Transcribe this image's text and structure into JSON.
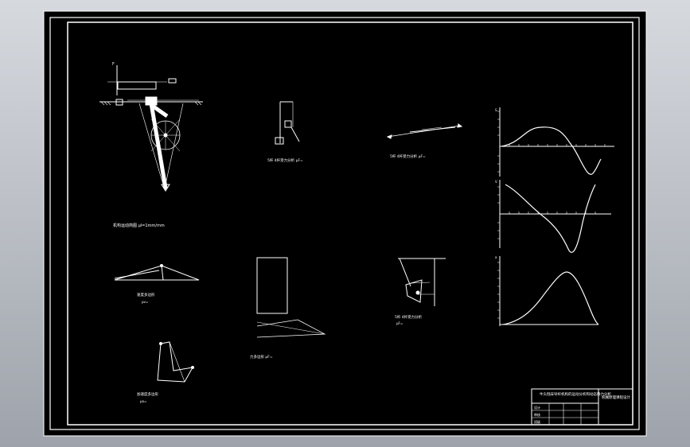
{
  "drawing": {
    "main_mechanism_caption": "机构运动简图 μl=1mm/mm",
    "velocity_polygon_caption": "速度多边形",
    "velocity_scale": "μv=",
    "acceleration_polygon_caption": "加速度多边形",
    "acceleration_scale": "μa=",
    "force_analysis_caption_1": "5杆 4杆受力分析 μF=",
    "force_analysis_caption_2": "5杆 4杆受力分析 μF=",
    "force_polygon_caption": "力多边形 μF=",
    "force_analysis_caption_3": "5杆 4杆受力分析",
    "force_analysis_scale_3": "μF=",
    "title_block": {
      "project": "牛头刨床导杆机构的运动分析和动态静力分析",
      "drawing_title": "机械原理课程设计",
      "rows": [
        "设计",
        "审核",
        "班级"
      ]
    },
    "graph_labels": {
      "top": "S",
      "middle": "V",
      "bottom": "a"
    }
  }
}
